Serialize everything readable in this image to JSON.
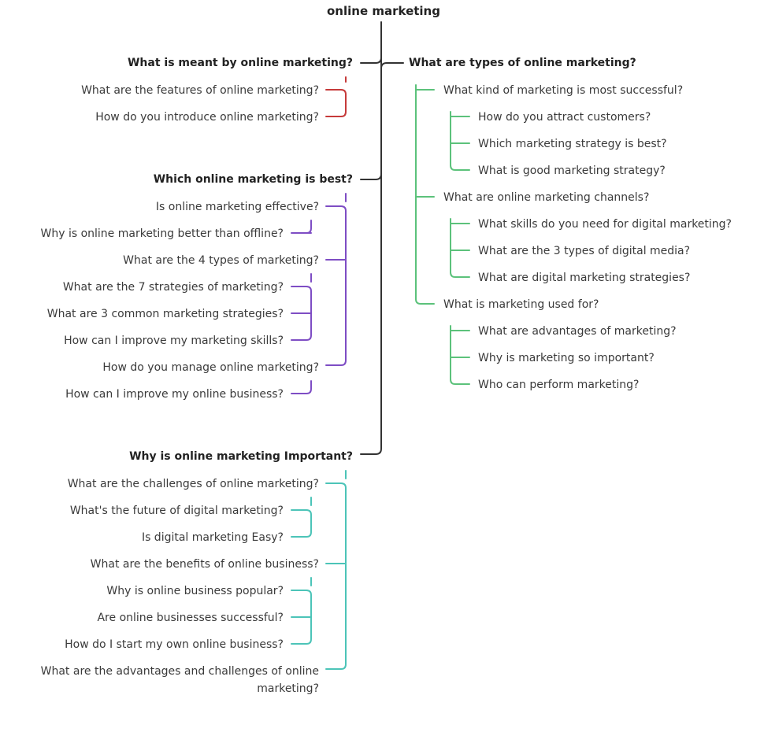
{
  "root": "online marketing",
  "colors": {
    "trunk": "#333333",
    "red": "#c63a3a",
    "purple": "#7e4dc4",
    "teal": "#4cc4b8",
    "green": "#5cc27b"
  },
  "left": {
    "branch1": {
      "label": "What is meant by online marketing?",
      "children": [
        "What are the features of online marketing?",
        "How do you introduce online marketing?"
      ]
    },
    "branch2": {
      "label": "Which online marketing is best?",
      "children": [
        {
          "label": "Is online marketing effective?",
          "children": [
            "Why is online marketing better than offline?"
          ]
        },
        {
          "label": "What are the 4 types of marketing?",
          "children": [
            "What are the 7 strategies of marketing?",
            "What are 3 common marketing strategies?",
            "How can I improve my marketing skills?"
          ]
        },
        {
          "label": "How do you manage online marketing?",
          "children": [
            "How can I improve my online business?"
          ]
        }
      ]
    },
    "branch3": {
      "label": "Why is online marketing Important?",
      "children": [
        {
          "label": "What are the challenges of online marketing?",
          "children": [
            "What's the future of digital marketing?",
            "Is digital marketing Easy?"
          ]
        },
        {
          "label": "What are the benefits of online business?",
          "children": [
            "Why is online business popular?",
            "Are online businesses successful?",
            "How do I start my own online business?"
          ]
        },
        {
          "label_line1": "What are the advantages and challenges of online",
          "label_line2": "marketing?",
          "children": []
        }
      ]
    }
  },
  "right": {
    "branch1": {
      "label": "What are types of online marketing?",
      "children": [
        {
          "label": "What kind of marketing is most successful?",
          "children": [
            "How do you attract customers?",
            "Which marketing strategy is best?",
            "What is good marketing strategy?"
          ]
        },
        {
          "label": "What are online marketing channels?",
          "children": [
            "What skills do you need for digital marketing?",
            "What are the 3 types of digital media?",
            "What are digital marketing strategies?"
          ]
        },
        {
          "label": "What is marketing used for?",
          "children": [
            "What are advantages of marketing?",
            "Why is marketing so important?",
            "Who can perform marketing?"
          ]
        }
      ]
    }
  }
}
